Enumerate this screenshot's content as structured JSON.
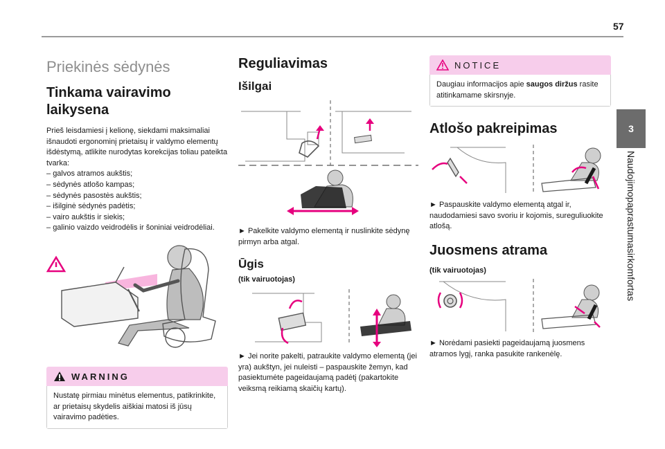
{
  "page_number": "57",
  "chapter_tab": "3",
  "chapter_title": "Naudojimopaprastumasirkomfortas",
  "col1": {
    "section_title": "Priekinės sėdynės",
    "heading": "Tinkama vairavimo laikysena",
    "intro": "Prieš leisdamiesi į kelionę, siekdami maksimaliai išnaudoti ergonominį prietaisų ir valdymo elementų išdėstymą, atlikite nurodytas korekcijas toliau pateikta tvarka:",
    "list": [
      "galvos atramos aukštis;",
      "sėdynės atlošo kampas;",
      "sėdynės pasostės aukštis;",
      "išilginė sėdynės padėtis;",
      "vairo aukštis ir siekis;",
      "galinio vaizdo veidrodėlis ir šoniniai veidrodėliai."
    ],
    "warning_title": "WARNING",
    "warning_text": "Nustatę pirmiau minėtus elementus, patikrinkite, ar prietaisų skydelis aiškiai matosi iš jūsų vairavimo padėties."
  },
  "col2": {
    "heading": "Reguliavimas",
    "sub1": "Išilgai",
    "sub1_text": "► Pakelkite valdymo elementą ir nuslinkite sėdynę pirmyn arba atgal.",
    "sub2": "Ūgis",
    "sub2_note": "(tik vairuotojas)",
    "sub2_text": "► Jei norite pakelti, patraukite valdymo elementą (jei yra) aukštyn, jei nuleisti – paspauskite žemyn, kad pasiektumėte pageidaujamą padėtį (pakartokite veiksmą reikiamą skaičių kartų)."
  },
  "col3": {
    "notice_title": "NOTICE",
    "notice_text_pre": "Daugiau informacijos apie ",
    "notice_text_bold": "saugos diržus",
    "notice_text_post": " rasite atitinkamame skirsnyje.",
    "heading1": "Atlošo pakreipimas",
    "text1": "► Paspauskite valdymo elementą atgal ir, naudodamiesi savo svoriu ir kojomis, sureguliuokite atlošą.",
    "heading2": "Juosmens atrama",
    "note2": "(tik vairuotojas)",
    "text2": "► Norėdami pasiekti pageidaujamą juosmens atramos lygį, ranka pasukite rankenėlę."
  },
  "colors": {
    "accent": "#e6007e",
    "box_header": "#f7cdeb",
    "tab": "#6c6c6c"
  }
}
